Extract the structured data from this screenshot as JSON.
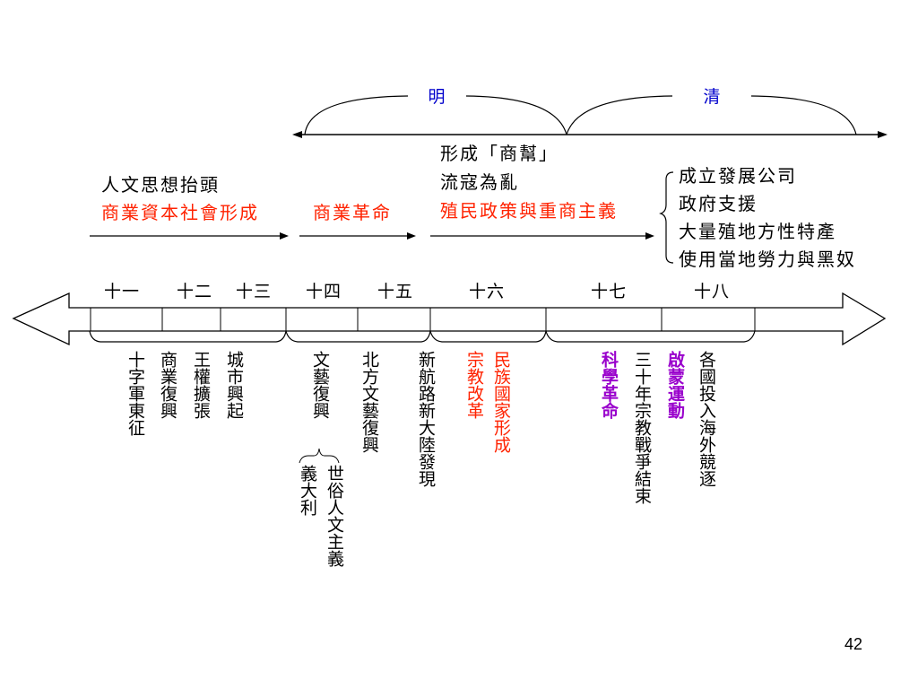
{
  "dynasties": {
    "ming": "明",
    "qing": "清"
  },
  "upper": {
    "left": {
      "line1": "人文思想抬頭",
      "line2": "商業資本社會形成"
    },
    "middle": "商業革命",
    "right": {
      "line1": "形成「商幫」",
      "line2": "流寇為亂",
      "line3": "殖民政策與重商主義"
    },
    "bracket_items": [
      "成立發展公司",
      "政府支援",
      "大量殖地方性特產",
      "使用當地勞力與黑奴"
    ]
  },
  "centuries": [
    "十一",
    "十二",
    "十三",
    "十四",
    "十五",
    "十六",
    "十七",
    "十八"
  ],
  "events": {
    "crusades": "十字軍東征",
    "commerce_revival": "商業復興",
    "royal_power": "王權擴張",
    "cities_rise": "城市興起",
    "renaissance": "文藝復興",
    "italy": "義大利",
    "secular_humanism": "世俗人文主義",
    "northern_renaissance": "北方文藝復興",
    "new_routes": "新航路新大陸發現",
    "reformation": "宗教改革",
    "nation_states": "民族國家形成",
    "scientific_revolution": "科學革命",
    "thirty_years_war": "三十年宗教戰爭結束",
    "enlightenment": "啟蒙運動",
    "overseas_race": "各國投入海外競逐"
  },
  "colors": {
    "red": "#ff2200",
    "purple": "#9900cc",
    "blue": "#0000cc"
  },
  "page_number": "42"
}
